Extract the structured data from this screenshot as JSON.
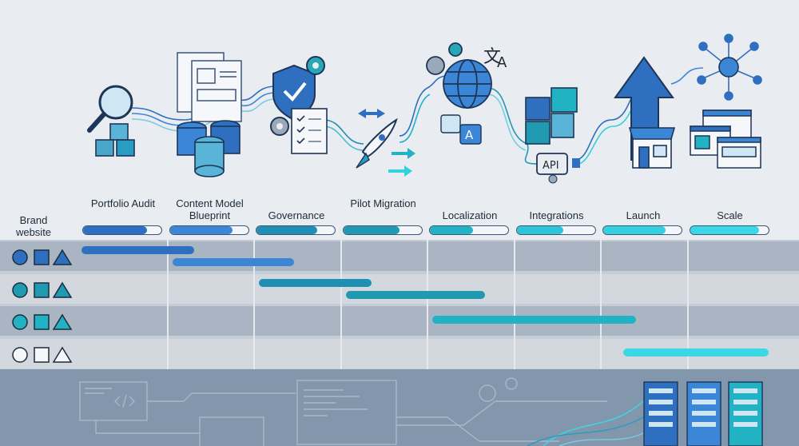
{
  "row_header": "Brand website",
  "phases": [
    {
      "label": "Portfolio Audit",
      "progress": 0.82,
      "color": "#2f6fbf"
    },
    {
      "label": "Content Model Blueprint",
      "progress": 0.8,
      "color": "#3b86d6"
    },
    {
      "label": "Governance",
      "progress": 0.78,
      "color": "#1f8fb3"
    },
    {
      "label": "Pilot Migration",
      "progress": 0.72,
      "color": "#1f9ab0"
    },
    {
      "label": "Localization",
      "progress": 0.55,
      "color": "#21b3c3"
    },
    {
      "label": "Integrations",
      "progress": 0.6,
      "color": "#2cc6d6"
    },
    {
      "label": "Launch",
      "progress": 0.8,
      "color": "#33d0de"
    },
    {
      "label": "Scale",
      "progress": 0.88,
      "color": "#3ad8e4"
    }
  ],
  "rows": [
    {
      "shape_style": "filled",
      "color": "#2f6fbf"
    },
    {
      "shape_style": "filled",
      "color": "#1f9ab0"
    },
    {
      "shape_style": "filled",
      "color": "#21b3c3"
    },
    {
      "shape_style": "outline",
      "color": "#1d2b3a"
    }
  ],
  "timeline_bars": [
    {
      "row": 0,
      "start": 0.0,
      "end": 1.3,
      "color": "#2f6fbf"
    },
    {
      "row": 0,
      "start": 1.05,
      "end": 2.45,
      "color": "#3b86d6"
    },
    {
      "row": 1,
      "start": 2.05,
      "end": 3.35,
      "color": "#1f8fb3"
    },
    {
      "row": 1,
      "start": 3.05,
      "end": 4.65,
      "color": "#1f9ab0"
    },
    {
      "row": 2,
      "start": 4.05,
      "end": 6.4,
      "color": "#21b3c3"
    },
    {
      "row": 3,
      "start": 6.25,
      "end": 8.0,
      "color": "#3ad8e4"
    }
  ],
  "illustration_text": {
    "api": "API",
    "translate_a": "A",
    "translate_glyph": "文"
  },
  "icons": [
    "magnifier-icon",
    "cubes-icon",
    "wireframe-icon",
    "database-icon",
    "shield-check-icon",
    "gear-icon",
    "checklist-icon",
    "rocket-icon",
    "arrows-icon",
    "globe-icon",
    "translate-icon",
    "puzzle-icon",
    "api-plug-icon",
    "launch-arrow-icon",
    "storefront-icon",
    "network-icon",
    "browser-windows-icon",
    "code-window-icon",
    "server-rack-icon"
  ]
}
